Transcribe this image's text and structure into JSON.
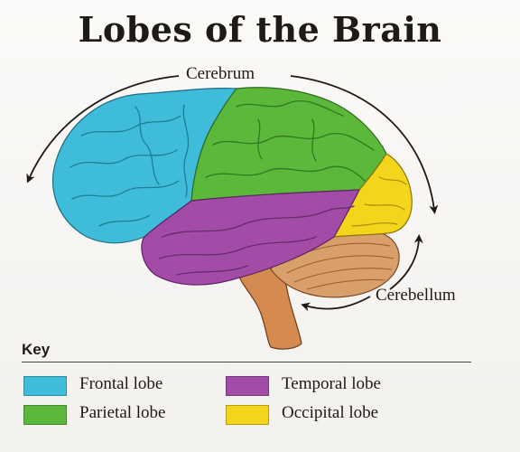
{
  "title": "Lobes of the Brain",
  "labels": {
    "cerebrum": "Cerebrum",
    "cerebellum": "Cerebellum"
  },
  "key": {
    "heading": "Key",
    "items": [
      {
        "label": "Frontal lobe",
        "color": "#3fbcd9"
      },
      {
        "label": "Parietal lobe",
        "color": "#5bb83a"
      },
      {
        "label": "Temporal lobe",
        "color": "#a24ca8"
      },
      {
        "label": "Occipital lobe",
        "color": "#f3d51c"
      }
    ]
  },
  "colors": {
    "frontal": "#3fbcd9",
    "parietal": "#5bb83a",
    "temporal": "#a24ca8",
    "occipital": "#f3d51c",
    "cerebellum": "#d99f6a",
    "brainstem": "#d58b4f"
  }
}
